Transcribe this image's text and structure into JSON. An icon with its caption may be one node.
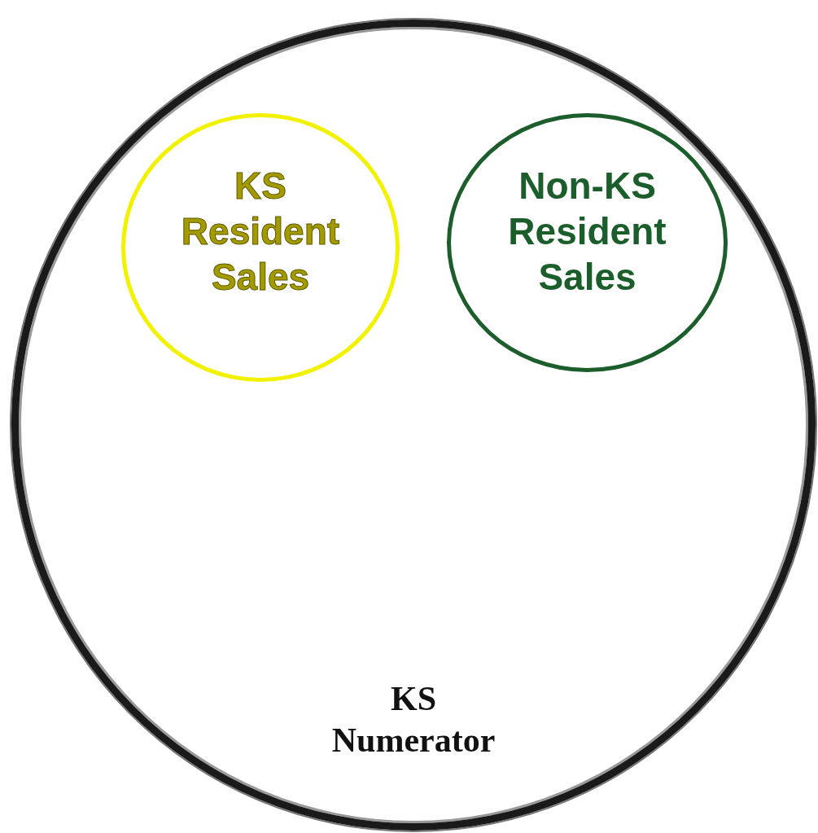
{
  "diagram": {
    "nodes": [
      {
        "text": [
          "KS Numerator"
        ]
      },
      {
        "text": [
          "KS Resident Sales"
        ],
        "in": 0
      },
      {
        "text": [
          "Non-KS Resident Sales"
        ],
        "in": 0
      }
    ]
  }
}
